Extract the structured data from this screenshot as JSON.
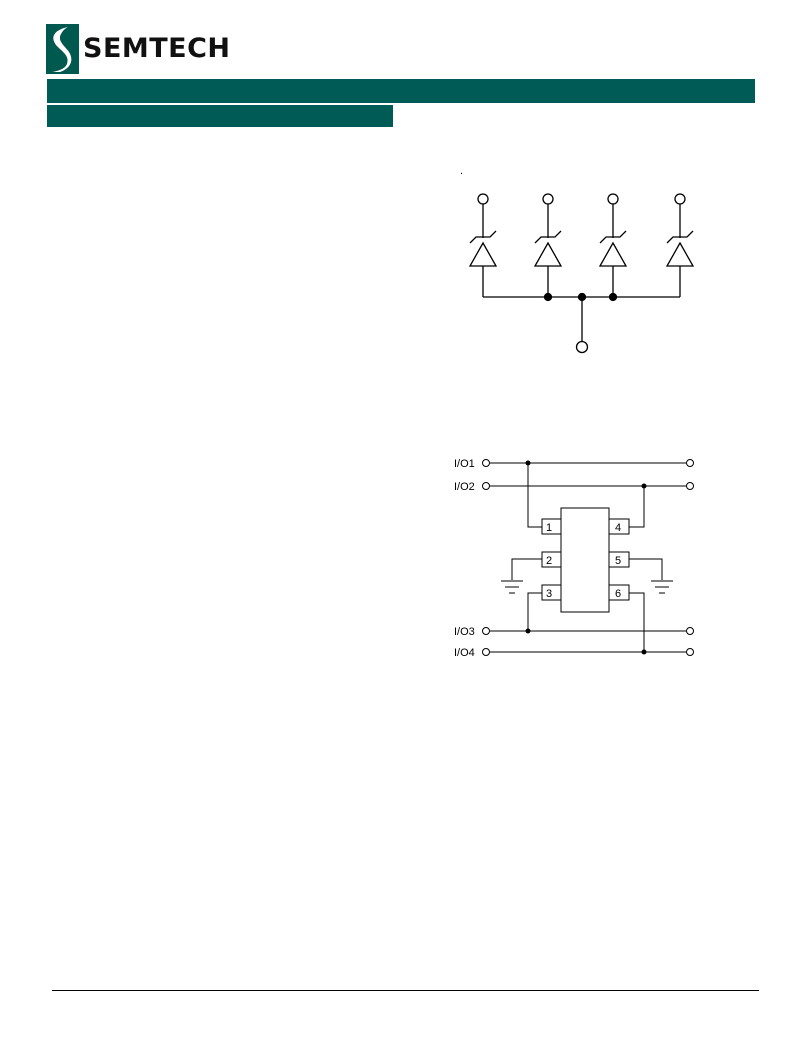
{
  "brand": {
    "name": "SEMTECH",
    "band_color": "#005a55",
    "logo_color": "#00594f"
  },
  "schematic": {
    "mark": "."
  },
  "pinout": {
    "io_labels": [
      "I/O1",
      "I/O2",
      "I/O3",
      "I/O4"
    ],
    "pins_left": [
      "1",
      "2",
      "3"
    ],
    "pins_right": [
      "4",
      "5",
      "6"
    ]
  }
}
